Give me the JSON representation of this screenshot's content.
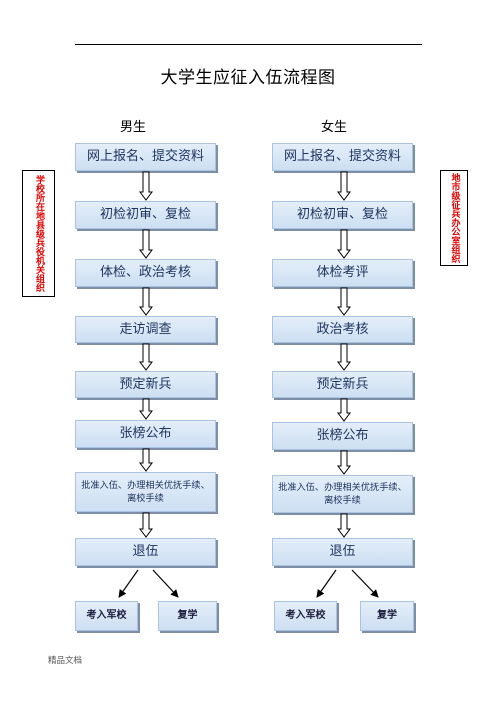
{
  "title": "大学生应征入伍流程图",
  "columns": [
    {
      "heading": "男生",
      "organizer": "学校所在地县级兵役机关组织",
      "steps": [
        "网上报名、提交资料",
        "初检初审、复检",
        "体检、政治考核",
        "走访调查",
        "预定新兵",
        "张榜公布",
        "批准入伍、办理相关优抚手续、离校手续",
        "退伍"
      ],
      "outcomes": [
        "考入军校",
        "复学"
      ]
    },
    {
      "heading": "女生",
      "organizer": "地市级征兵办公室组织",
      "steps": [
        "网上报名、提交资料",
        "初检初审、复检",
        "体检考评",
        "政治考核",
        "预定新兵",
        "张榜公布",
        "批准入伍、办理相关优抚手续、离校手续",
        "退伍"
      ],
      "outcomes": [
        "考入军校",
        "复学"
      ]
    }
  ],
  "footer": "精品文档",
  "colors": {
    "box_text": "#1f3560",
    "box_fill_top": "#e4eef9",
    "box_fill_bottom": "#cddff2",
    "box_border": "#a9c3e1",
    "label_red": "#e00000"
  }
}
